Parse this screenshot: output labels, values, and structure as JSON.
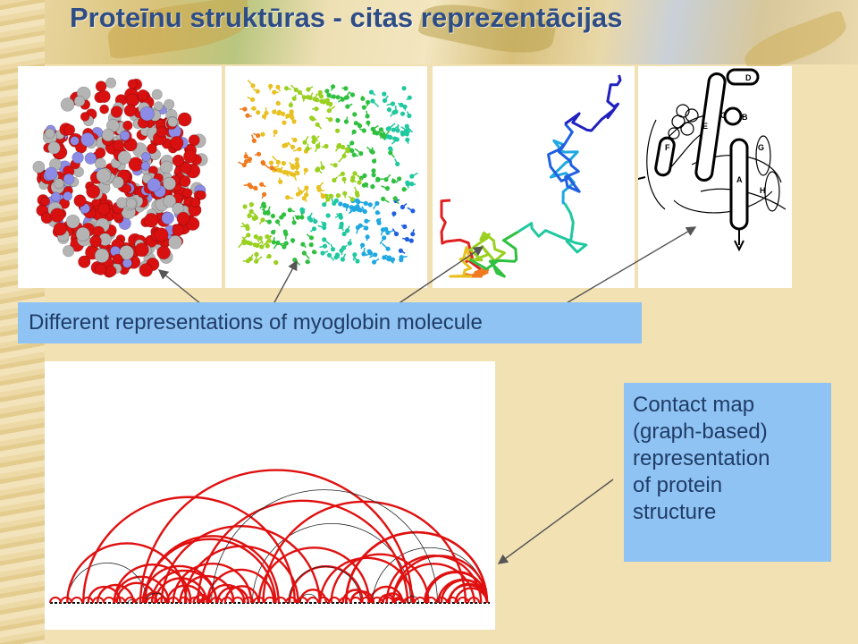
{
  "slide": {
    "title": "Proteīnu struktūras - citas reprezentācijas",
    "caption": "Different representations of myoglobin molecule",
    "contact_box_lines": [
      "Contact map",
      "(graph-based)",
      "representation",
      "of protein",
      "structure"
    ]
  },
  "panels": [
    {
      "name": "space-filling",
      "icon": "space-filling-model-image"
    },
    {
      "name": "ball-and-stick",
      "icon": "ball-and-stick-model-image"
    },
    {
      "name": "backbone-trace",
      "icon": "backbone-trace-image"
    },
    {
      "name": "helix-cartoon",
      "icon": "helix-cartoon-diagram"
    }
  ],
  "helix_labels": [
    "D",
    "E",
    "C",
    "B",
    "F",
    "G",
    "A",
    "H"
  ],
  "colors": {
    "title": "#2e4d85",
    "label_box": "#8fc3f4",
    "label_text": "#1f3c66",
    "arc_red": "#e01010",
    "atom_red": "#d81010",
    "atom_gray": "#b4b4b4",
    "atom_blue": "#8c8ce6"
  }
}
